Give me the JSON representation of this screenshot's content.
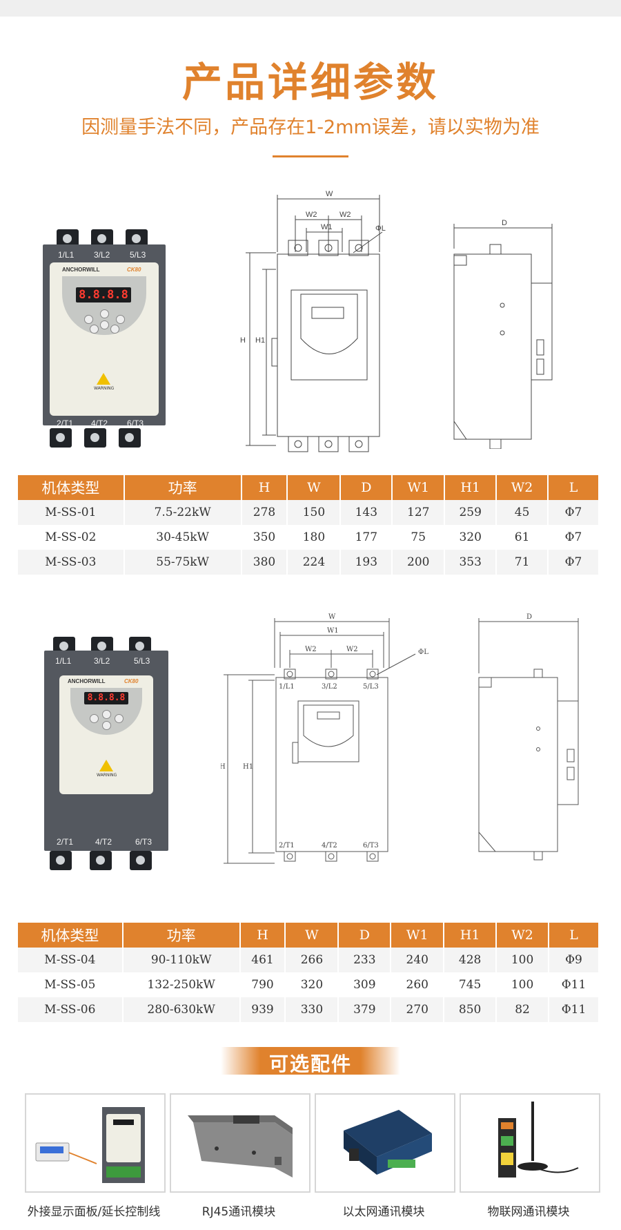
{
  "header": {
    "title": "产品详细参数",
    "subtitle": "因测量手法不同，产品存在1-2mm误差，请以实物为准"
  },
  "product": {
    "brand": "ANCHORWILL",
    "model": "CK80",
    "display": "8.8.8.8",
    "warning": "WARNING",
    "top_terminals": [
      "1/L1",
      "3/L2",
      "5/L3"
    ],
    "bottom_terminals": [
      "2/T1",
      "4/T2",
      "6/T3"
    ]
  },
  "drawing": {
    "w": "W",
    "w1": "W1",
    "w2": "W2",
    "h": "H",
    "h1": "H1",
    "d": "D",
    "phi_l": "ΦL"
  },
  "table_columns": [
    "机体类型",
    "功率",
    "H",
    "W",
    "D",
    "W1",
    "H1",
    "W2",
    "L"
  ],
  "table1": [
    [
      "M-SS-01",
      "7.5-22kW",
      "278",
      "150",
      "143",
      "127",
      "259",
      "45",
      "Φ7"
    ],
    [
      "M-SS-02",
      "30-45kW",
      "350",
      "180",
      "177",
      "75",
      "320",
      "61",
      "Φ7"
    ],
    [
      "M-SS-03",
      "55-75kW",
      "380",
      "224",
      "193",
      "200",
      "353",
      "71",
      "Φ7"
    ]
  ],
  "table2": [
    [
      "M-SS-04",
      "90-110kW",
      "461",
      "266",
      "233",
      "240",
      "428",
      "100",
      "Φ9"
    ],
    [
      "M-SS-05",
      "132-250kW",
      "790",
      "320",
      "309",
      "260",
      "745",
      "100",
      "Φ11"
    ],
    [
      "M-SS-06",
      "280-630kW",
      "939",
      "330",
      "379",
      "270",
      "850",
      "82",
      "Φ11"
    ]
  ],
  "accessories": {
    "title": "可选配件",
    "items": [
      "外接显示面板/延长控制线",
      "RJ45通讯模块",
      "以太网通讯模块",
      "物联网通讯模块"
    ]
  }
}
